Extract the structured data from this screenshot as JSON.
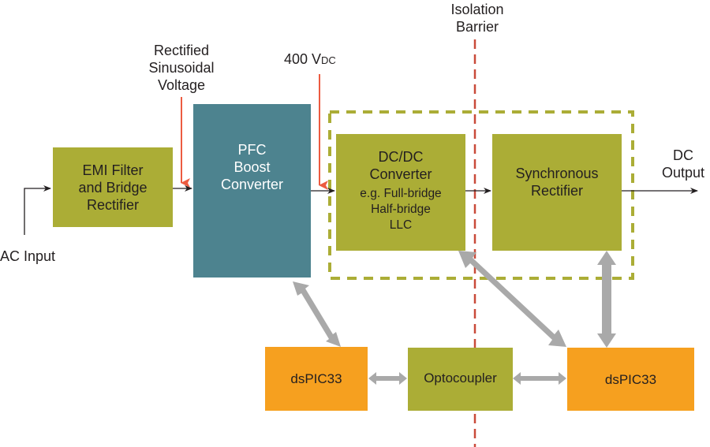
{
  "diagram": {
    "colors": {
      "olive": "#abad36",
      "teal": "#4d838f",
      "orange": "#f6a01f",
      "red_marker": "#ec5b40",
      "barrier": "#c94a3a",
      "gray_arrow": "#a9a9a9",
      "line": "#231f20"
    },
    "labels": {
      "ac_input": "AC Input",
      "rectified": [
        "Rectified",
        "Sinusoidal",
        "Voltage"
      ],
      "vdc_value": "400 V",
      "vdc_sub": "DC",
      "isolation": [
        "Isolation",
        "Barrier"
      ],
      "dc_output": [
        "DC",
        "Output"
      ]
    },
    "blocks": {
      "emi": [
        "EMI Filter",
        "and Bridge",
        "Rectifier"
      ],
      "pfc": [
        "PFC",
        "Boost",
        "Converter"
      ],
      "dcdc_title": [
        "DC/DC",
        "Converter"
      ],
      "dcdc_examples": [
        "e.g. Full-bridge",
        "Half-bridge",
        "LLC"
      ],
      "sync": [
        "Synchronous",
        "Rectifier"
      ],
      "dspic_left": "dsPIC33",
      "opto": "Optocoupler",
      "dspic_right": "dsPIC33"
    }
  }
}
